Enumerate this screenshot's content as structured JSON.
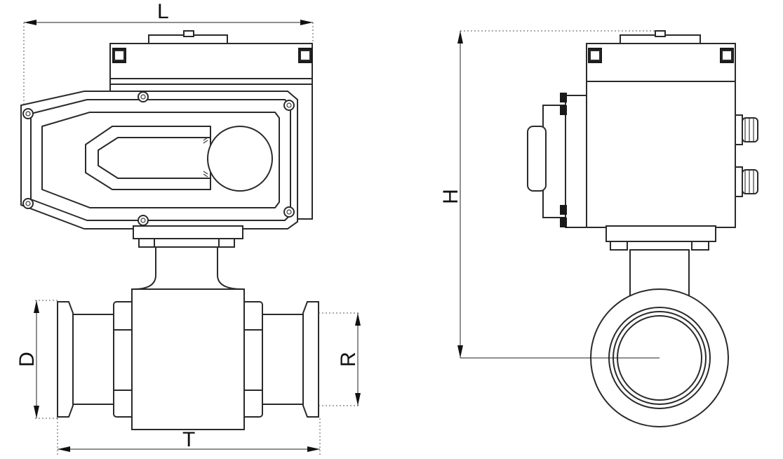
{
  "dimensions": {
    "L": "L",
    "H": "H",
    "D": "D",
    "R": "R",
    "T": "T"
  },
  "colors": {
    "line": "#2a2a2a",
    "background": "#ffffff"
  }
}
